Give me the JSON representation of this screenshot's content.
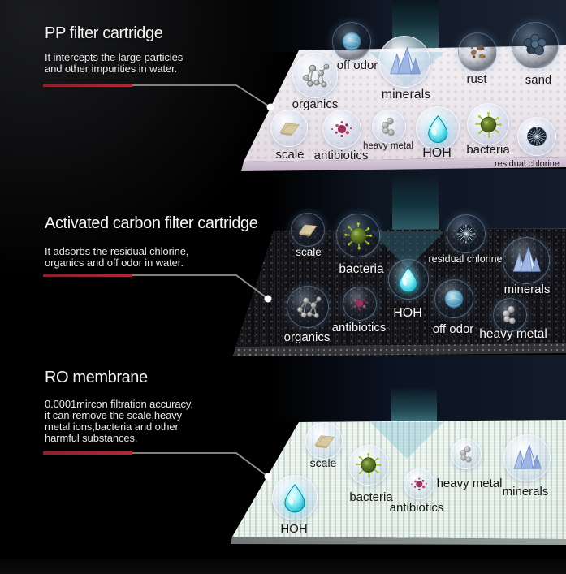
{
  "colors": {
    "accent_red": "#a32430",
    "connector_gray": "#97928a",
    "stream_teal": "#2d5a64",
    "panel1_bg": "#ebe6eb",
    "panel2_bg": "#101014",
    "panel3_bg": "#e8f0e9",
    "hoh_cyan": "#35d5e8"
  },
  "sections": [
    {
      "title": "PP filter cartridge",
      "desc_lines": [
        "It intercepts the large particles",
        "and other impurities in water."
      ],
      "items": [
        {
          "label": "organics",
          "icon": "organics-icon"
        },
        {
          "label": "off odor",
          "icon": "off-odor-icon"
        },
        {
          "label": "minerals",
          "icon": "minerals-icon"
        },
        {
          "label": "rust",
          "icon": "rust-icon"
        },
        {
          "label": "sand",
          "icon": "sand-icon"
        },
        {
          "label": "scale",
          "icon": "scale-icon"
        },
        {
          "label": "antibiotics",
          "icon": "antibiotics-icon"
        },
        {
          "label": "heavy metal",
          "icon": "heavy-metal-icon"
        },
        {
          "label": "HOH",
          "icon": "water-drop-icon"
        },
        {
          "label": "bacteria",
          "icon": "bacteria-icon"
        },
        {
          "label": "residual chlorine",
          "icon": "residual-chlorine-icon"
        }
      ]
    },
    {
      "title": "Activated carbon filter cartridge",
      "desc_lines": [
        "It adsorbs the residual chlorine,",
        "organics and off odor  in water."
      ],
      "items": [
        {
          "label": "scale",
          "icon": "scale-icon"
        },
        {
          "label": "bacteria",
          "icon": "bacteria-icon"
        },
        {
          "label": "residual chlorine",
          "icon": "residual-chlorine-icon"
        },
        {
          "label": "minerals",
          "icon": "minerals-icon"
        },
        {
          "label": "organics",
          "icon": "organics-icon"
        },
        {
          "label": "antibiotics",
          "icon": "antibiotics-icon"
        },
        {
          "label": "HOH",
          "icon": "water-drop-icon"
        },
        {
          "label": "off odor",
          "icon": "off-odor-icon"
        },
        {
          "label": "heavy metal",
          "icon": "heavy-metal-icon"
        }
      ]
    },
    {
      "title": "RO membrane",
      "desc_lines": [
        "0.0001mircon filtration accuracy,",
        "it can remove the scale,heavy",
        "metal ions,bacteria and other",
        "harmful substances."
      ],
      "items": [
        {
          "label": "scale",
          "icon": "scale-icon"
        },
        {
          "label": "bacteria",
          "icon": "bacteria-icon"
        },
        {
          "label": "antibiotics",
          "icon": "antibiotics-icon"
        },
        {
          "label": "heavy metal",
          "icon": "heavy-metal-icon"
        },
        {
          "label": "minerals",
          "icon": "minerals-icon"
        },
        {
          "label": "HOH",
          "icon": "water-drop-icon"
        }
      ]
    }
  ]
}
